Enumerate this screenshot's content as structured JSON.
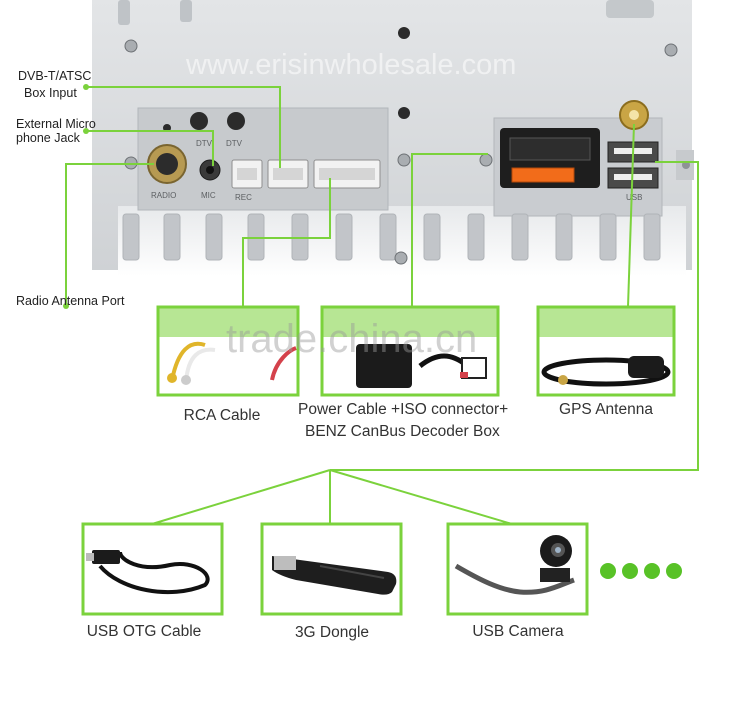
{
  "labels": {
    "dvb": [
      "DVB-T/ATSC",
      "Box Input"
    ],
    "mic": [
      "External Micro",
      "phone Jack"
    ],
    "radio_port": "Radio Antenna Port"
  },
  "panel_marks": {
    "dtv1": "DTV",
    "dtv2": "DTV",
    "radio": "RADIO",
    "mic": "MIC",
    "rec": "REC",
    "usb": "USB"
  },
  "watermarks": {
    "top": "www.erisinwholesale.com",
    "middle": "trade.china.cn"
  },
  "accessories_top": [
    {
      "caption": [
        "RCA Cable"
      ]
    },
    {
      "caption": [
        "Power Cable +ISO connector+",
        "BENZ CanBus Decoder Box"
      ]
    },
    {
      "caption": [
        "GPS Antenna"
      ]
    }
  ],
  "accessories_bottom": [
    {
      "caption": "USB OTG Cable"
    },
    {
      "caption": "3G Dongle"
    },
    {
      "caption": "USB Camera"
    }
  ],
  "more_dots": 4,
  "colors": {
    "accent_green": "#7bd23c",
    "panel_metal": "#d9dcdf"
  }
}
